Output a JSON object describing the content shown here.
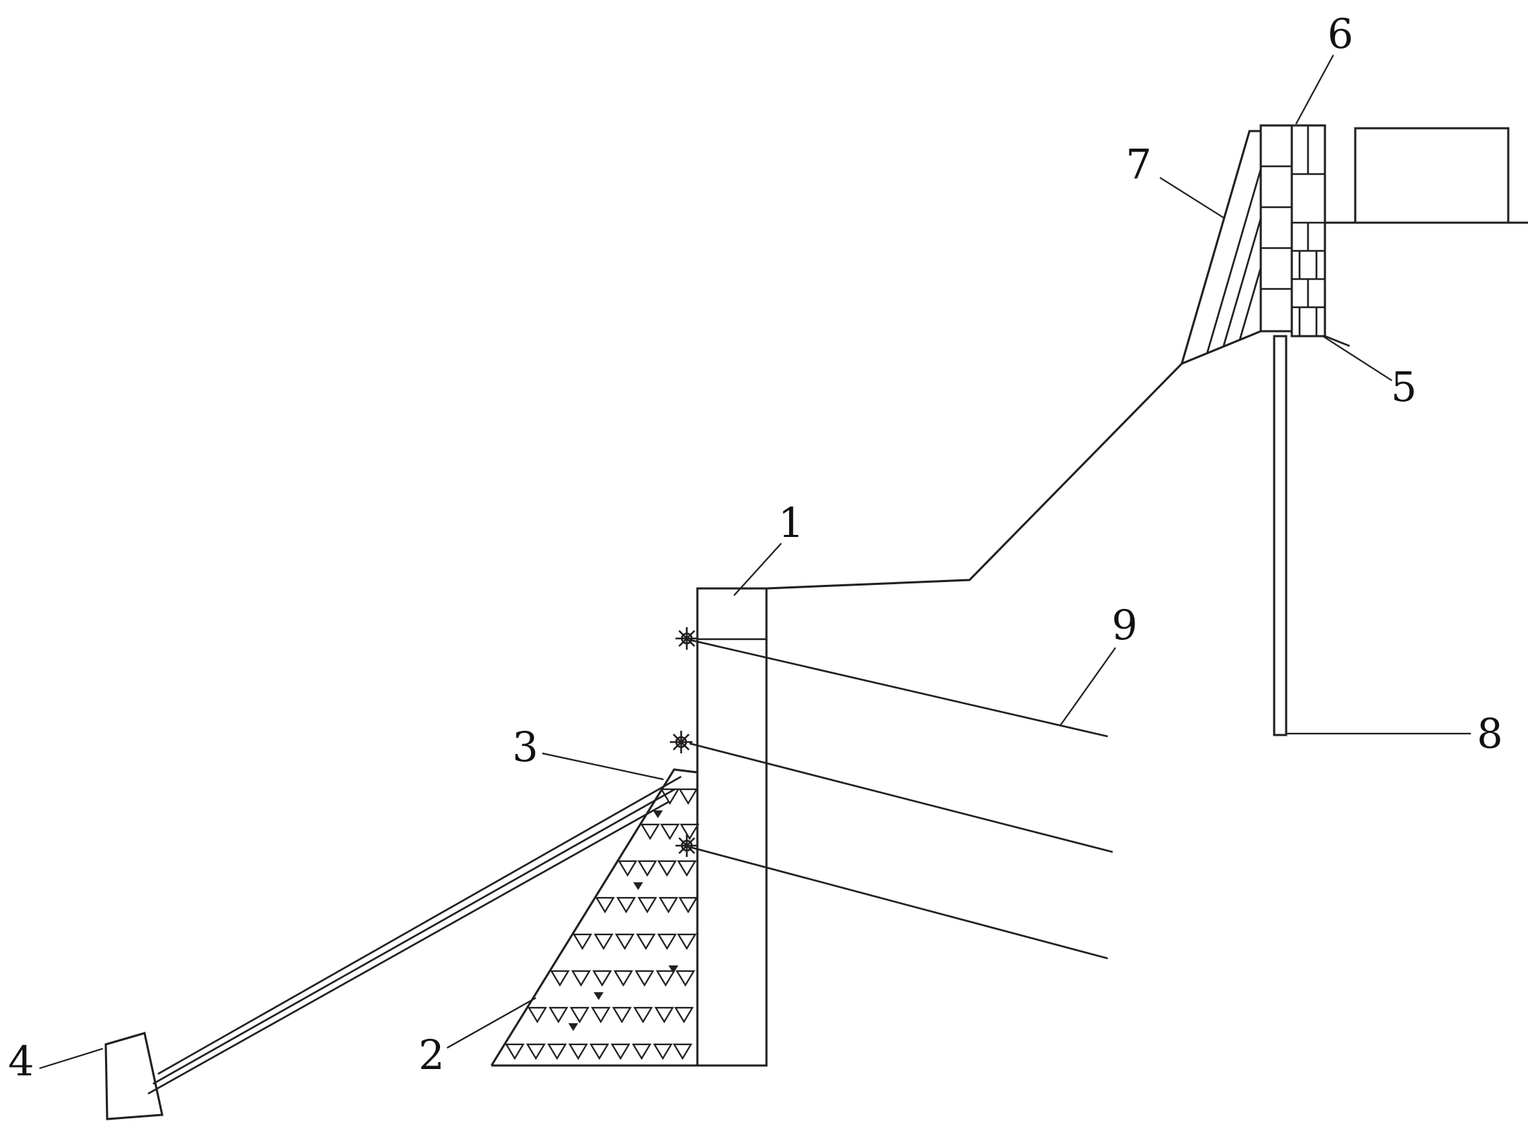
{
  "diagram": {
    "background": "#ffffff",
    "stroke": "#231f20",
    "callouts": {
      "c1": "1",
      "c2": "2",
      "c3": "3",
      "c4": "4",
      "c5": "5",
      "c6": "6",
      "c7": "7",
      "c8": "8",
      "c9": "9"
    }
  }
}
